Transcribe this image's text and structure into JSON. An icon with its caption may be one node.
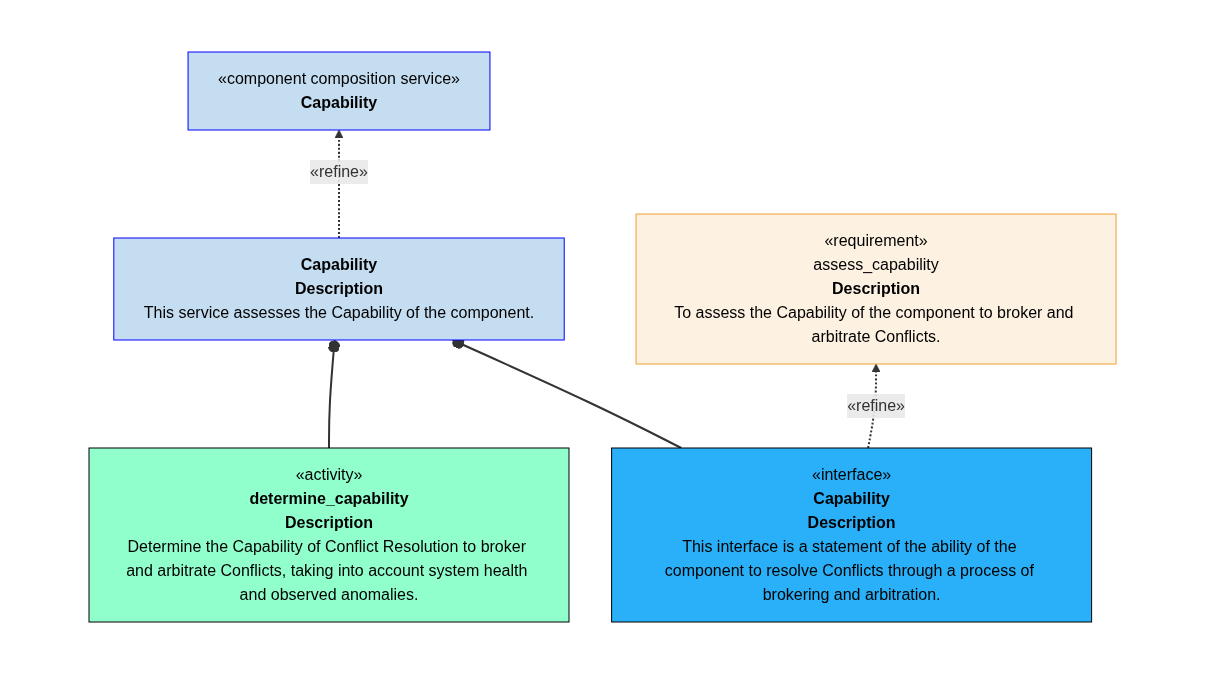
{
  "diagram": {
    "nodes": [
      {
        "text": [
          "«component composition service»",
          "Capability"
        ]
      },
      {
        "text": [
          "Capability",
          "Description",
          "This service assesses the Capability of the component."
        ]
      },
      {
        "text": [
          "«activity»",
          "determine_capability",
          "Description",
          "Determine the Capability of Conflict Resolution to broker and arbitrate Conflicts, taking into account system health and observed anomalies."
        ]
      },
      {
        "text": [
          "«interface»",
          "Capability",
          "Description",
          "This interface is a statement of the ability of the component to resolve Conflicts through a process of brokering and arbitration."
        ]
      },
      {
        "text": [
          "«requirement»",
          "assess_capability",
          "Description",
          "To assess the Capability of the component to broker and arbitrate Conflicts."
        ]
      }
    ],
    "edges": [
      {
        "from": 1,
        "to": 0,
        "arrow": "to",
        "style": "dashed",
        "label": "«refine»"
      },
      {
        "from": 1,
        "to": 2,
        "arrow": "other"
      },
      {
        "from": 1,
        "to": 3,
        "arrow": "other"
      },
      {
        "from": 3,
        "to": 4,
        "arrow": "to",
        "style": "dashed",
        "label": "«refine»"
      }
    ]
  }
}
